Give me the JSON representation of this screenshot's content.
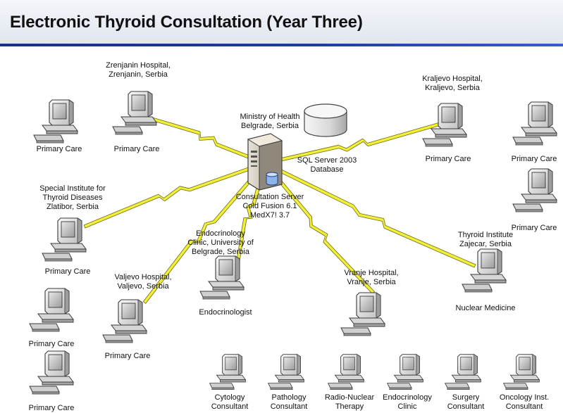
{
  "title": "Electronic Thyroid Consultation (Year Three)",
  "colors": {
    "title_rule": "#1f3aa0",
    "link": "#f2ef3a",
    "link_outline": "#6d6a12"
  },
  "server": {
    "name": "Consultation Server",
    "lines": [
      "Consultation Server",
      "Cold Fusion 6.1",
      "MedX7! 3.7"
    ],
    "icon": "server-icon"
  },
  "database": {
    "lines": [
      "SQL Server 2003",
      "Database"
    ],
    "icon": "database-icon"
  },
  "ministry": {
    "lines": [
      "Ministry of Health",
      "Belgrade, Serbia"
    ]
  },
  "sites": [
    {
      "id": "zrenjanin",
      "lines": [
        "Zrenjanin Hospital,",
        "Zrenjanin, Serbia"
      ]
    },
    {
      "id": "kraljevo",
      "lines": [
        "Kraljevo Hospital,",
        "Kraljevo, Serbia"
      ]
    },
    {
      "id": "zlatibor",
      "lines": [
        "Special Institute for",
        "Thyroid Diseases",
        "Zlatibor, Serbia"
      ]
    },
    {
      "id": "endo-clinic",
      "lines": [
        "Endocrinology",
        "Clinic, University of",
        "Belgrade, Serbia"
      ]
    },
    {
      "id": "valjevo",
      "lines": [
        "Valjevo Hospital,",
        "Valjevo, Serbia"
      ]
    },
    {
      "id": "vranje",
      "lines": [
        "Vranje Hospital,",
        "Vranje, Serbia"
      ]
    },
    {
      "id": "zajecar",
      "lines": [
        "Thyroid Institute",
        "Zajecar, Serbia"
      ]
    }
  ],
  "workstations": [
    {
      "id": "pc-pc1",
      "label": "Primary Care"
    },
    {
      "id": "pc-pc2",
      "label": "Primary Care"
    },
    {
      "id": "pc-pc3",
      "label": "Primary Care"
    },
    {
      "id": "pc-pc4",
      "label": "Primary Care"
    },
    {
      "id": "pc-pc5",
      "label": "Primary Care"
    },
    {
      "id": "pc-pc6",
      "label": "Primary Care"
    },
    {
      "id": "pc-pc7",
      "label": "Primary Care"
    },
    {
      "id": "pc-pc8",
      "label": "Primary Care"
    },
    {
      "id": "pc-pc9",
      "label": "Primary Care"
    },
    {
      "id": "pc-endo",
      "label": "Endocrinologist"
    },
    {
      "id": "pc-nuclear",
      "label": "Nuclear Medicine"
    },
    {
      "id": "pc-vranje",
      "label": ""
    },
    {
      "id": "pc-cyto",
      "label": "Cytology Consultant",
      "lines": [
        "Cytology",
        "Consultant"
      ]
    },
    {
      "id": "pc-patho",
      "label": "Pathology Consultant",
      "lines": [
        "Pathology",
        "Consultant"
      ]
    },
    {
      "id": "pc-radio",
      "label": "Radio-Nuclear Therapy",
      "lines": [
        "Radio-Nuclear",
        "Therapy"
      ]
    },
    {
      "id": "pc-endoc",
      "label": "Endocrinology Clinic",
      "lines": [
        "Endocrinology",
        "Clinic"
      ]
    },
    {
      "id": "pc-surg",
      "label": "Surgery Consultant",
      "lines": [
        "Surgery",
        "Consultant"
      ]
    },
    {
      "id": "pc-onc",
      "label": "Oncology Inst. Consultant",
      "lines": [
        "Oncology Inst.",
        "Consultant"
      ]
    }
  ]
}
